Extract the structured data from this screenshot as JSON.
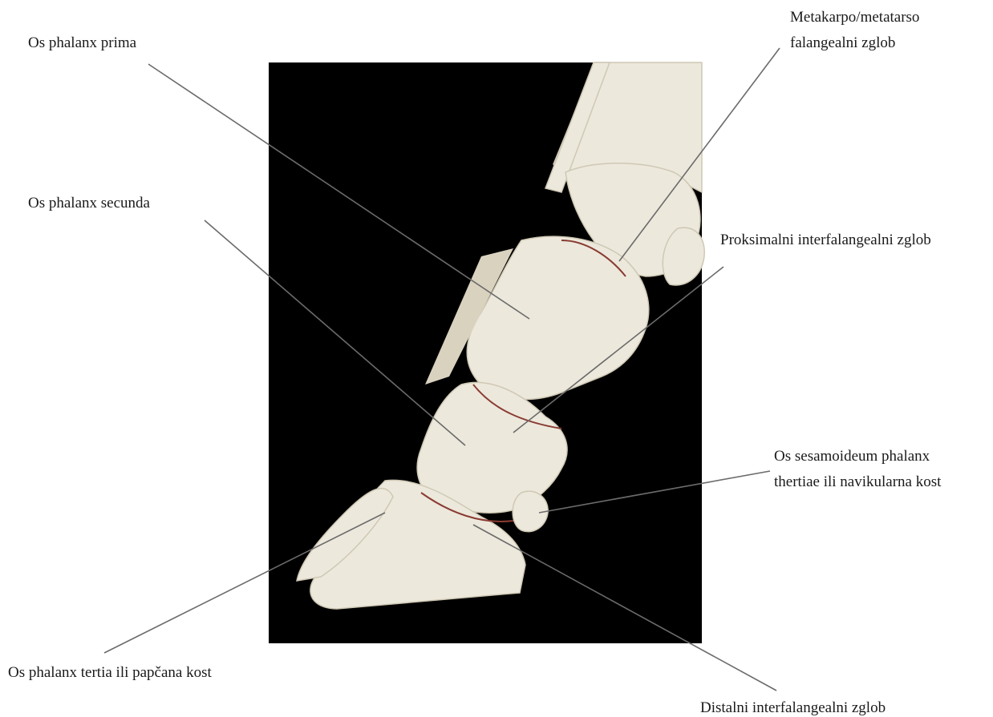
{
  "figure": {
    "background_color": "#000000",
    "bone_color": "#ece8dc",
    "line_color": "#6b6b6b",
    "labels": {
      "phalanx_prima": "Os phalanx prima",
      "metacarpo_line1": "Metakarpo/metatarso",
      "metacarpo_line2": "falangealni zglob",
      "phalanx_secunda": "Os phalanx secunda",
      "proximal_joint": "Proksimalni interfalangealni zglob",
      "sesamoid_line1": "Os sesamoideum phalanx",
      "sesamoid_line2": "thertiae ili navikularna kost",
      "phalanx_tertia": "Os phalanx tertia ili papčana kost",
      "distal_joint": "Distalni interfalangealni zglob"
    }
  }
}
